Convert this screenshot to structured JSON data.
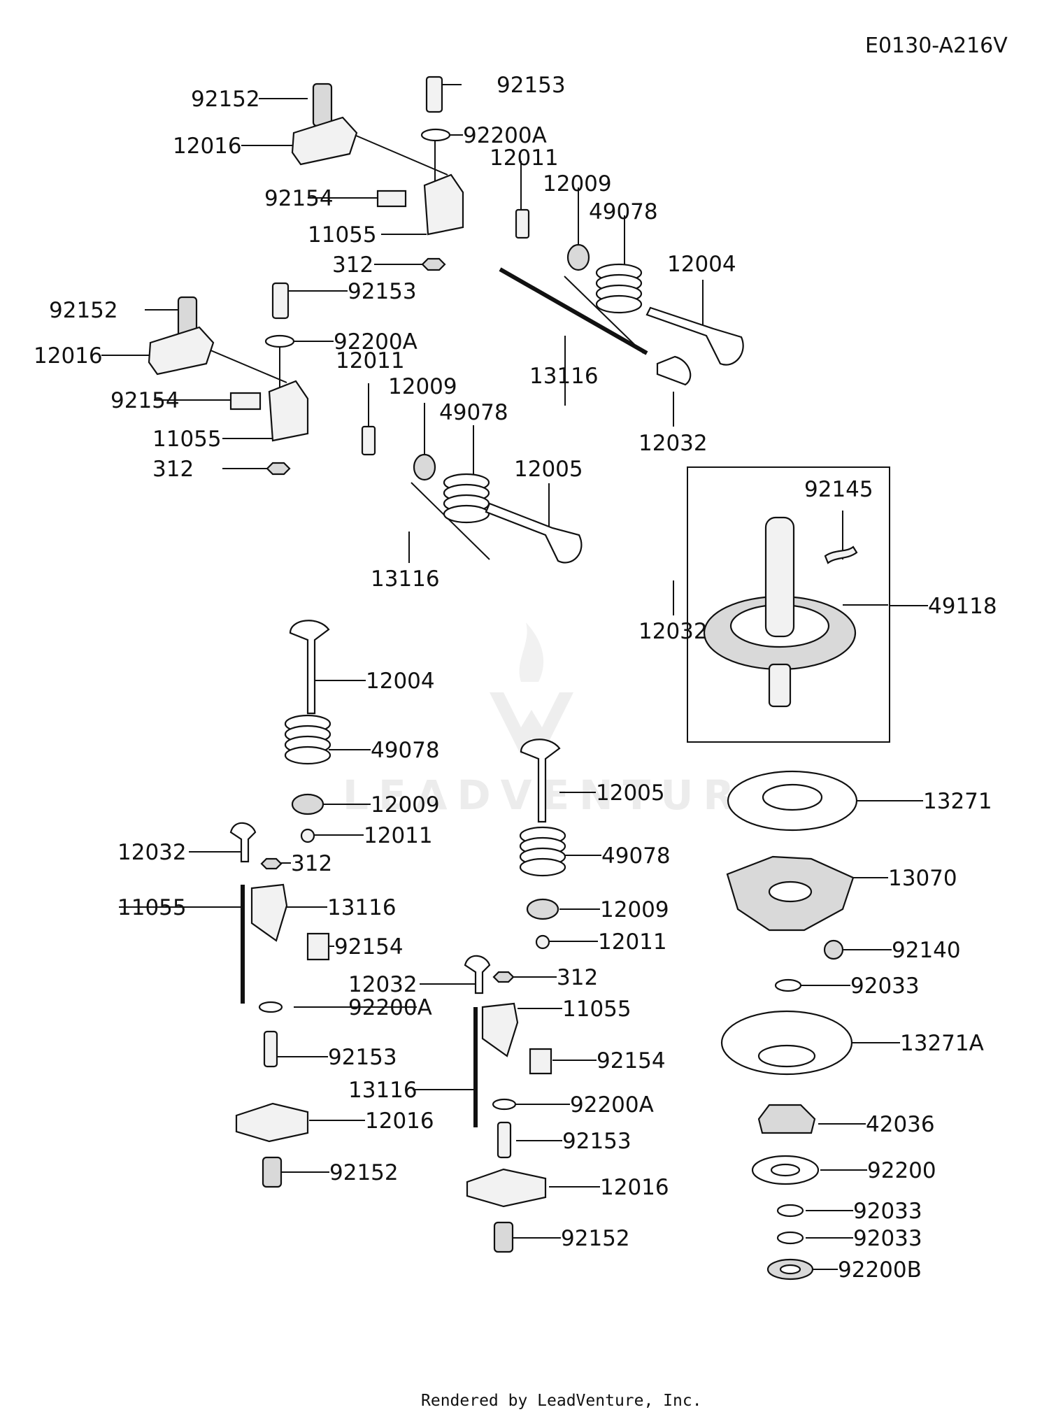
{
  "diagram_code": "E0130-A216V",
  "footer": "Rendered by LeadVenture, Inc.",
  "watermark": "LEADVENTURE",
  "callouts": [
    {
      "id": "c1",
      "label": "92153"
    },
    {
      "id": "c2",
      "label": "92152"
    },
    {
      "id": "c3",
      "label": "92200A"
    },
    {
      "id": "c4",
      "label": "12016"
    },
    {
      "id": "c5",
      "label": "12011"
    },
    {
      "id": "c6",
      "label": "12009"
    },
    {
      "id": "c7",
      "label": "49078"
    },
    {
      "id": "c8",
      "label": "92154"
    },
    {
      "id": "c9",
      "label": "11055"
    },
    {
      "id": "c10",
      "label": "12004"
    },
    {
      "id": "c11",
      "label": "312"
    },
    {
      "id": "c12",
      "label": "92153"
    },
    {
      "id": "c13",
      "label": "92152"
    },
    {
      "id": "c14",
      "label": "92200A"
    },
    {
      "id": "c15",
      "label": "12016"
    },
    {
      "id": "c16",
      "label": "13116"
    },
    {
      "id": "c17",
      "label": "12011"
    },
    {
      "id": "c18",
      "label": "12009"
    },
    {
      "id": "c19",
      "label": "92154"
    },
    {
      "id": "c20",
      "label": "49078"
    },
    {
      "id": "c21",
      "label": "12032"
    },
    {
      "id": "c22",
      "label": "11055"
    },
    {
      "id": "c23",
      "label": "12005"
    },
    {
      "id": "c24",
      "label": "312"
    },
    {
      "id": "c25",
      "label": "92145"
    },
    {
      "id": "c26",
      "label": "13116"
    },
    {
      "id": "c27",
      "label": "49118"
    },
    {
      "id": "c28",
      "label": "12032"
    },
    {
      "id": "c29",
      "label": "12004"
    },
    {
      "id": "c30",
      "label": "49078"
    },
    {
      "id": "c31",
      "label": "12005"
    },
    {
      "id": "c32",
      "label": "13271"
    },
    {
      "id": "c33",
      "label": "12009"
    },
    {
      "id": "c34",
      "label": "12032"
    },
    {
      "id": "c35",
      "label": "12011"
    },
    {
      "id": "c36",
      "label": "49078"
    },
    {
      "id": "c37",
      "label": "312"
    },
    {
      "id": "c38",
      "label": "13070"
    },
    {
      "id": "c39",
      "label": "13116"
    },
    {
      "id": "c40",
      "label": "11055"
    },
    {
      "id": "c41",
      "label": "12009"
    },
    {
      "id": "c42",
      "label": "92154"
    },
    {
      "id": "c43",
      "label": "12011"
    },
    {
      "id": "c44",
      "label": "92140"
    },
    {
      "id": "c45",
      "label": "12032"
    },
    {
      "id": "c46",
      "label": "312"
    },
    {
      "id": "c47",
      "label": "92033"
    },
    {
      "id": "c48",
      "label": "92200A"
    },
    {
      "id": "c49",
      "label": "11055"
    },
    {
      "id": "c50",
      "label": "13271A"
    },
    {
      "id": "c51",
      "label": "92153"
    },
    {
      "id": "c52",
      "label": "92154"
    },
    {
      "id": "c53",
      "label": "13116"
    },
    {
      "id": "c54",
      "label": "92200A"
    },
    {
      "id": "c55",
      "label": "12016"
    },
    {
      "id": "c56",
      "label": "42036"
    },
    {
      "id": "c57",
      "label": "92153"
    },
    {
      "id": "c58",
      "label": "92152"
    },
    {
      "id": "c59",
      "label": "92200"
    },
    {
      "id": "c60",
      "label": "12016"
    },
    {
      "id": "c61",
      "label": "92033"
    },
    {
      "id": "c62",
      "label": "92152"
    },
    {
      "id": "c63",
      "label": "92033"
    },
    {
      "id": "c64",
      "label": "92200B"
    }
  ]
}
